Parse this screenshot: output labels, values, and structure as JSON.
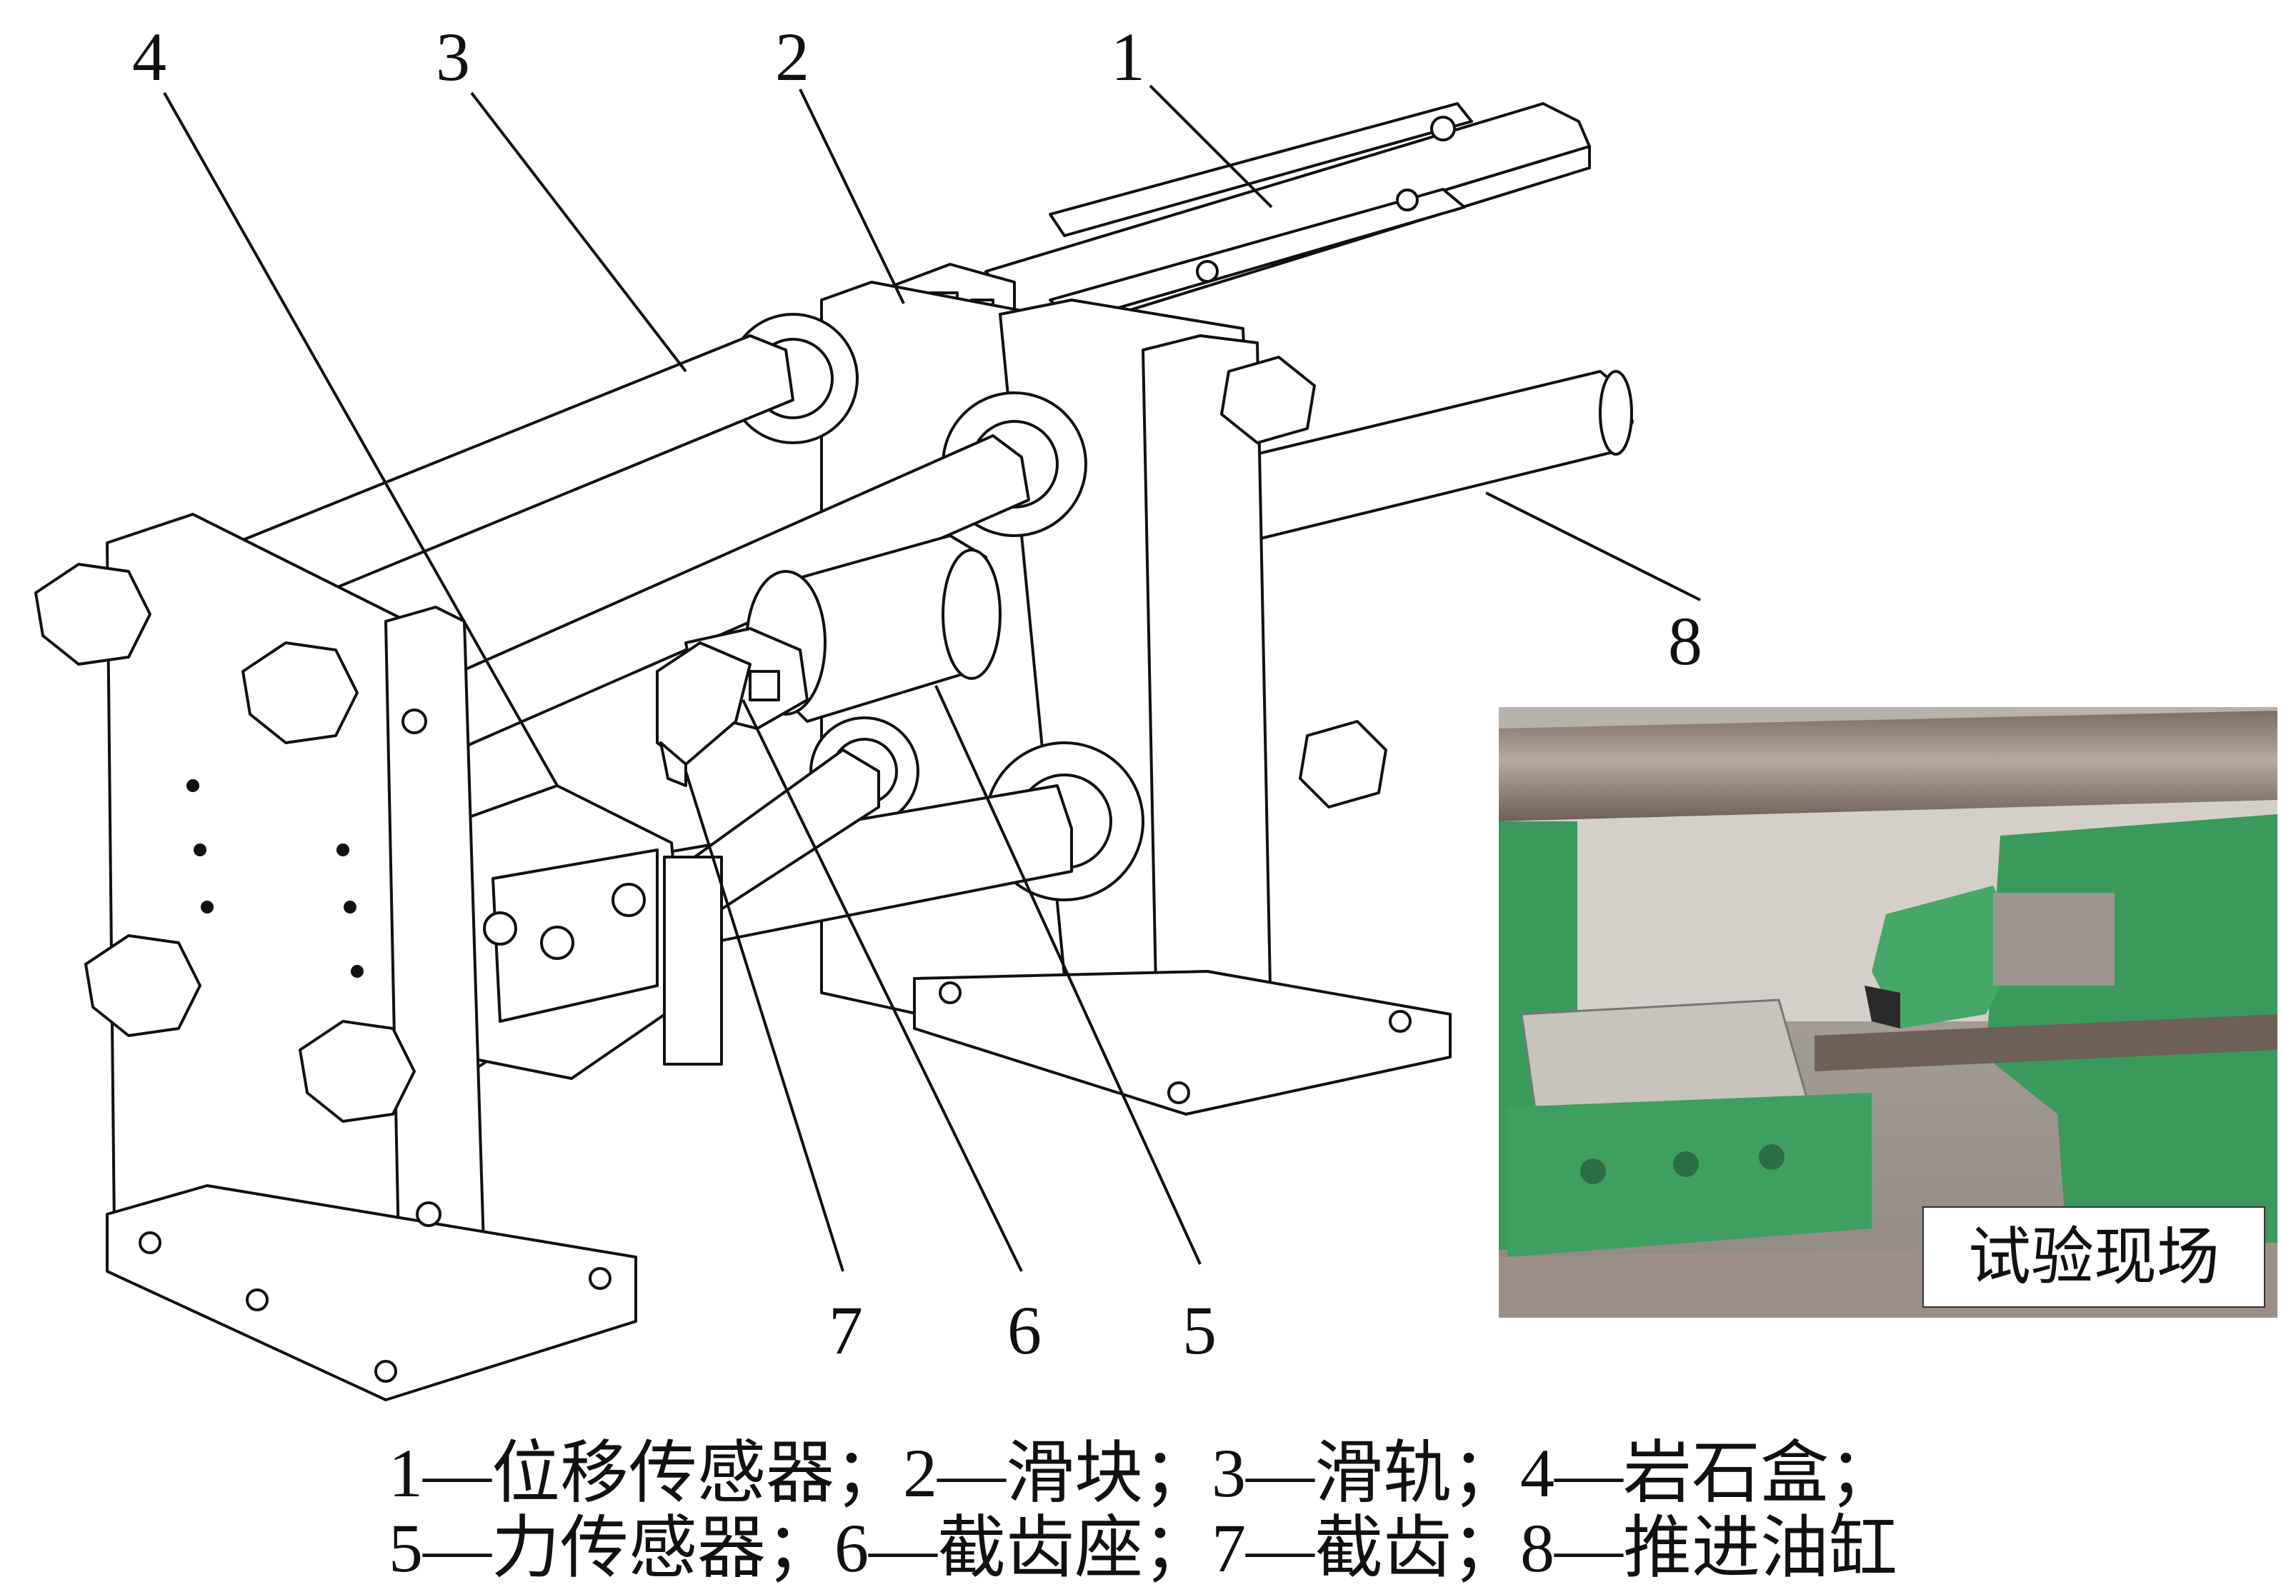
{
  "callouts": {
    "c1": "1",
    "c2": "2",
    "c3": "3",
    "c4": "4",
    "c5": "5",
    "c6": "6",
    "c7": "7",
    "c8": "8"
  },
  "photo": {
    "label": "试验现场"
  },
  "caption": {
    "line1": "1—位移传感器；2—滑块；3—滑轨；4—岩石盒；",
    "line2": "5—力传感器；6—截齿座；7—截齿；8—推进油缸"
  },
  "colors": {
    "line": "#111111",
    "machine_green": "#3a9a5c",
    "rod": "#9a8a80",
    "rock": "#c9c4bb"
  }
}
